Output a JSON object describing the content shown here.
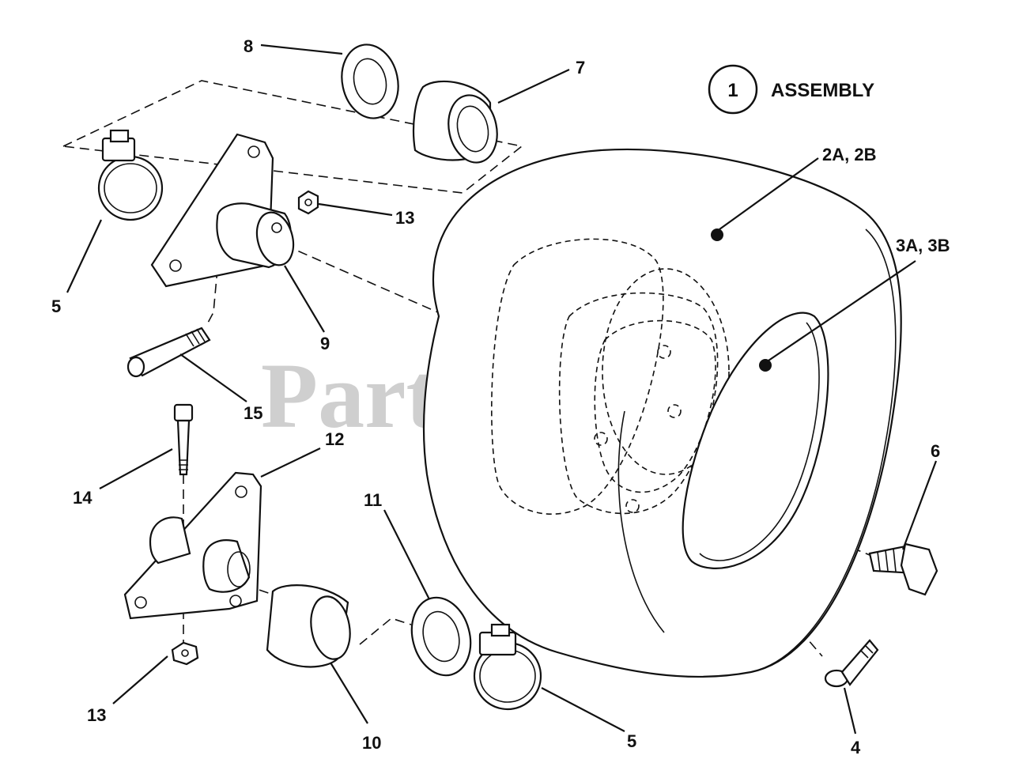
{
  "watermark": "PartsTree",
  "assembly": {
    "number": "1",
    "label": "ASSEMBLY"
  },
  "callouts": {
    "c8": "8",
    "c7": "7",
    "c5_top": "5",
    "c13_top": "13",
    "c9": "9",
    "c15": "15",
    "c2": "2A, 2B",
    "c3": "3A, 3B",
    "c14": "14",
    "c12": "12",
    "c11": "11",
    "c6": "6",
    "c13_bottom": "13",
    "c10": "10",
    "c5_bottom": "5",
    "c4": "4"
  }
}
